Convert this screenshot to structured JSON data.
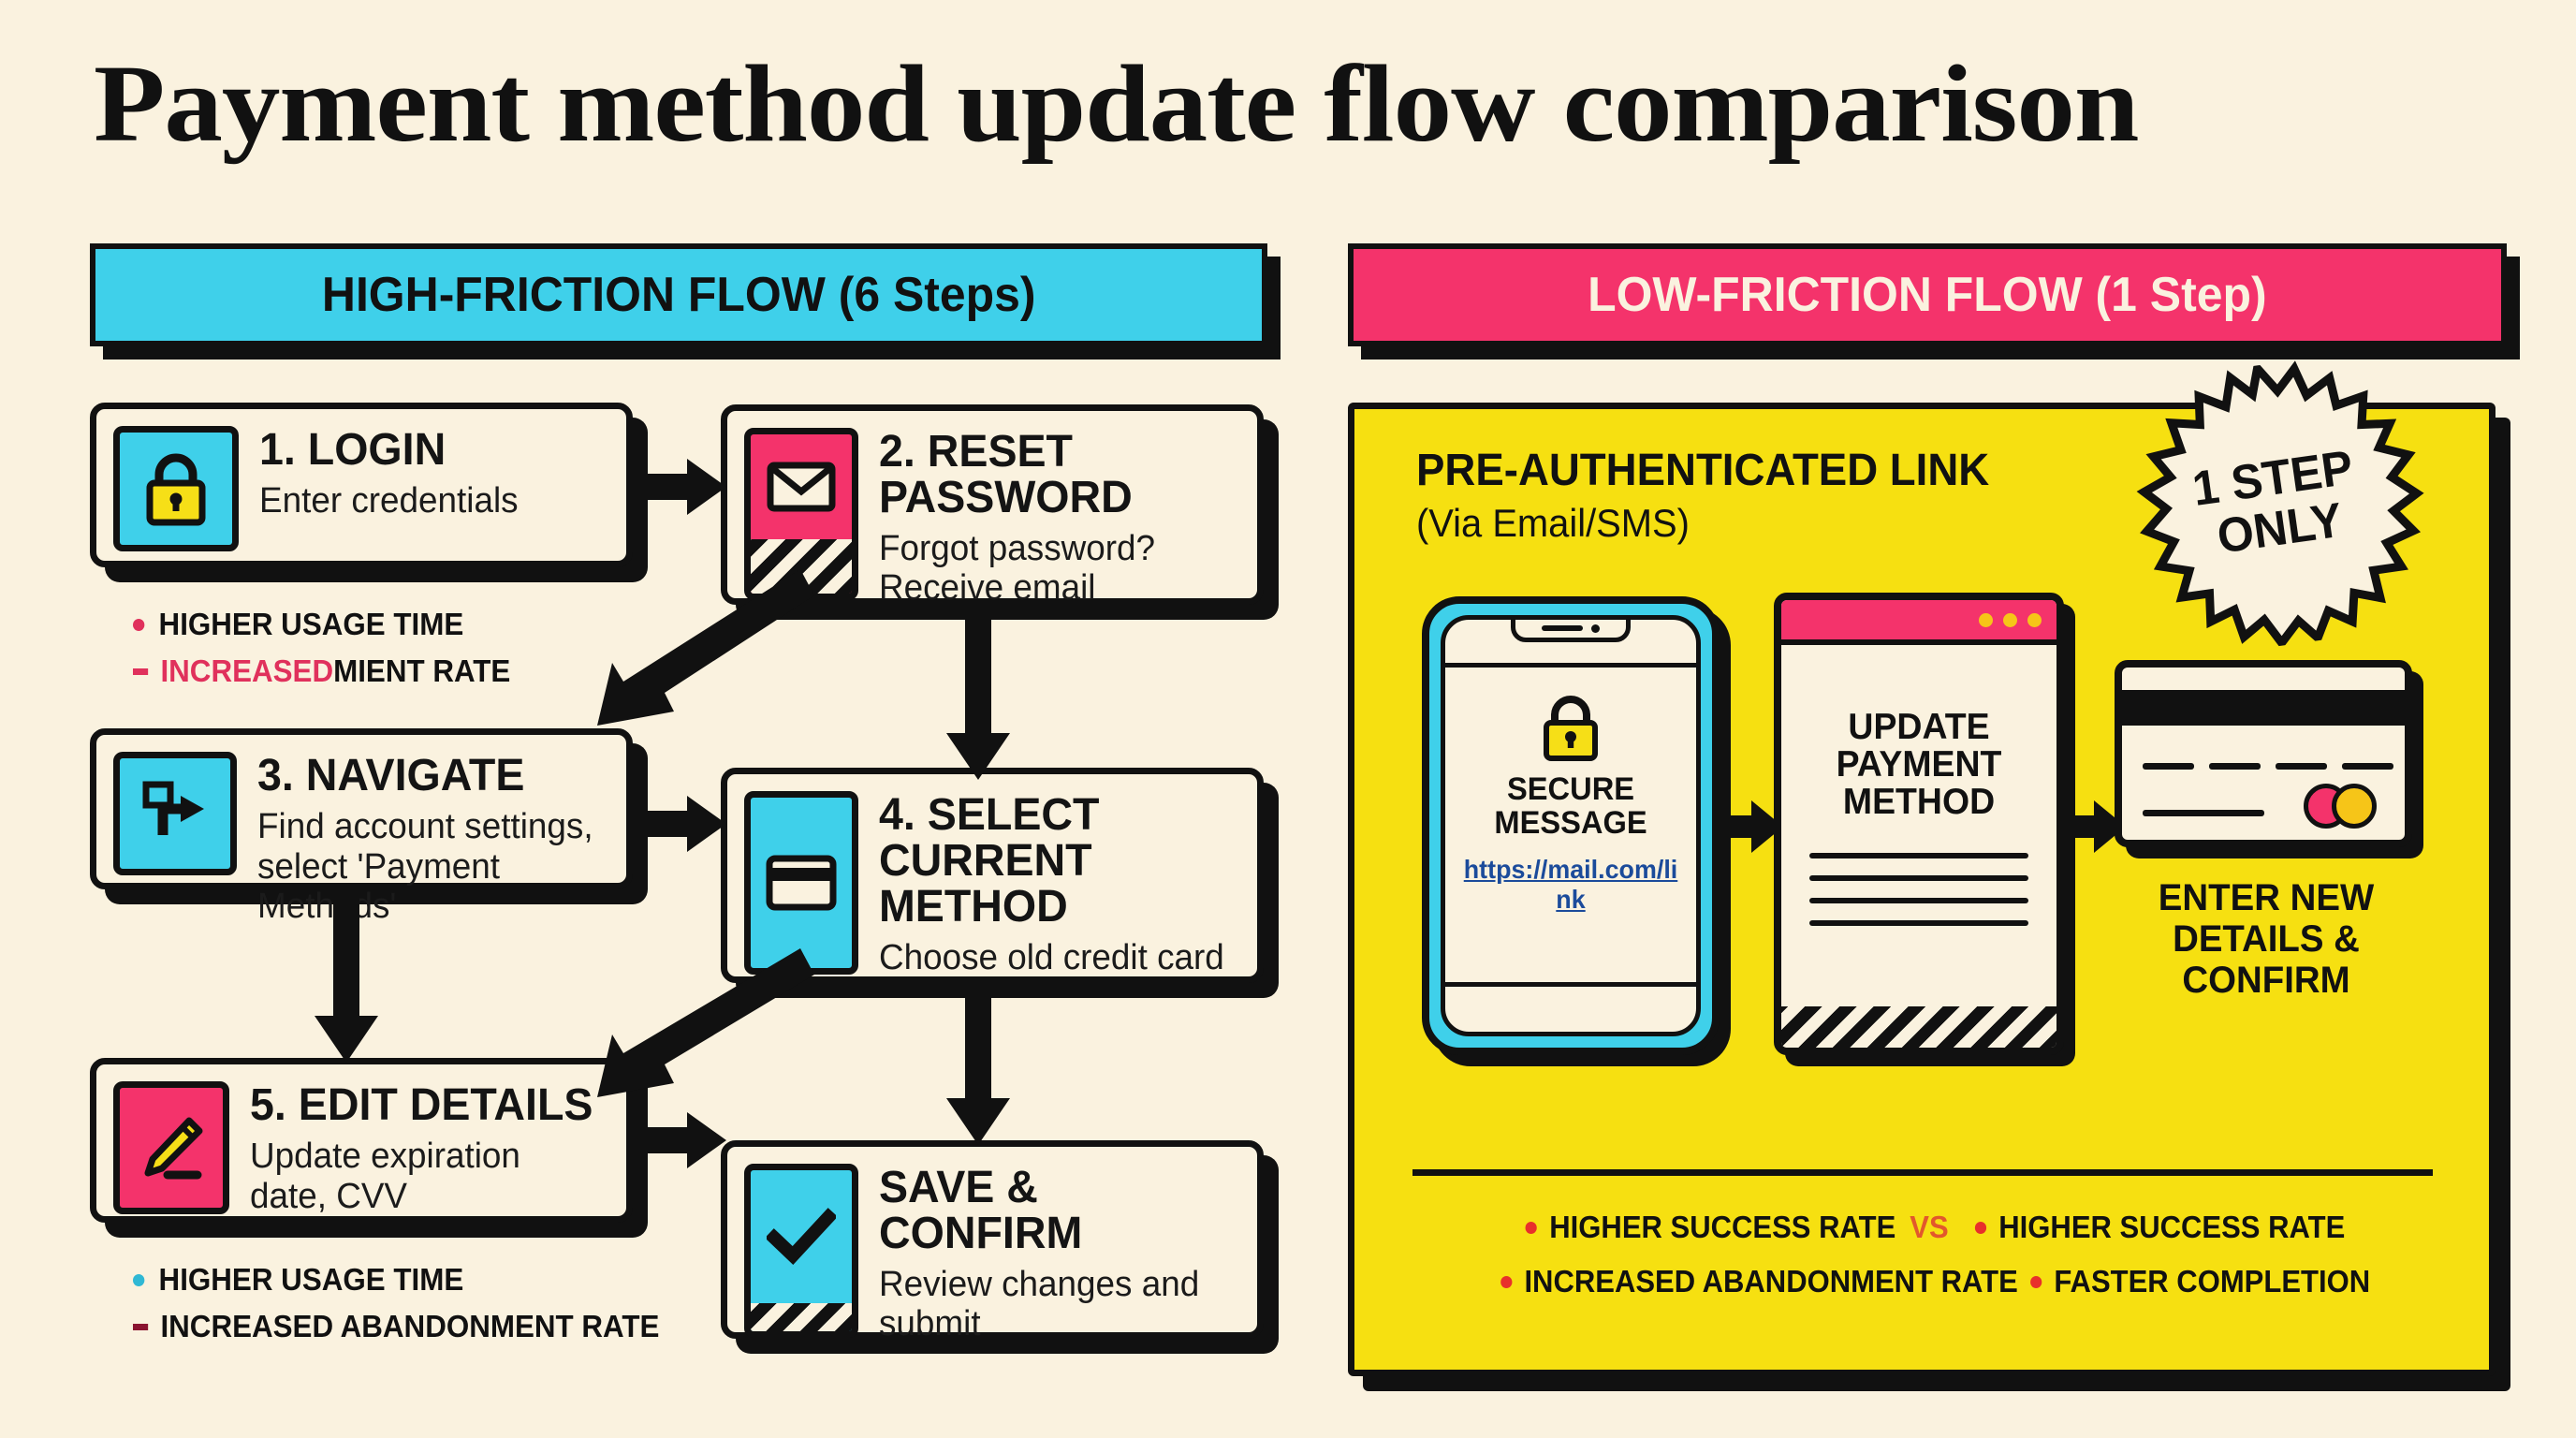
{
  "title": "Payment method update flow comparison",
  "colors": {
    "background": "#FAF2DF",
    "cyan": "#3FD0EA",
    "pink": "#F4336B",
    "yellow": "#F6E011",
    "ink": "#111111",
    "link_blue": "#1B4B9B",
    "accent_red": "#E8302B"
  },
  "left_panel": {
    "header": "HIGH-FRICTION FLOW (6 Steps)",
    "steps": [
      {
        "title": "1. LOGIN",
        "subtitle": "Enter credentials",
        "icon": "lock-icon",
        "tile_color": "#3FD0EA"
      },
      {
        "title_line1": "2. RESET",
        "title_line2": "PASSWORD",
        "subtitle_line1": "Forgot password?",
        "subtitle_line2": "Receive email",
        "icon": "envelope-icon",
        "tile_color": "#F4336B"
      },
      {
        "title": "3. NAVIGATE",
        "subtitle_line1": "Find account settings,",
        "subtitle_line2": "select 'Payment Methods'",
        "icon": "turn-right-arrow-icon",
        "tile_color": "#3FD0EA"
      },
      {
        "title_line1": "4. SELECT",
        "title_line2": "CURRENT",
        "title_line3": "METHOD",
        "subtitle": "Choose old credit card",
        "icon": "credit-card-icon",
        "tile_color": "#3FD0EA"
      },
      {
        "title": "5. EDIT DETAILS",
        "subtitle_line1": "Update expiration",
        "subtitle_line2": "date, CVV",
        "icon": "pencil-icon",
        "tile_color": "#F4336B"
      },
      {
        "title_line1": "SAVE &",
        "title_line2": "CONFIRM",
        "subtitle_line1": "Review changes and",
        "subtitle_line2": "submit",
        "icon": "checkmark-icon",
        "tile_color": "#3FD0EA"
      }
    ],
    "bullets_top": [
      {
        "marker": "dot",
        "marker_color": "#E0315C",
        "text": "HIGHER USAGE TIME"
      },
      {
        "marker": "dash",
        "marker_color": "#E0315C",
        "emphasis": "INCREASED",
        "text": " MIENT RATE"
      }
    ],
    "bullets_bottom": [
      {
        "marker": "dot",
        "marker_color": "#2FB8D4",
        "text": "HIGHER USAGE TIME"
      },
      {
        "marker": "dash",
        "marker_color": "#8A1430",
        "text": "INCREASED ABANDONMENT RATE"
      }
    ]
  },
  "right_panel": {
    "header": "LOW-FRICTION FLOW (1 Step)",
    "pre_auth_title": "PRE-AUTHENTICATED LINK",
    "pre_auth_subtitle": "(Via Email/SMS)",
    "badge_line1": "1 STEP",
    "badge_line2": "ONLY",
    "phone": {
      "label_line1": "SECURE",
      "label_line2": "MESSAGE",
      "link": "https://mail.com/link",
      "icon": "lock-icon"
    },
    "browser": {
      "title_line1": "UPDATE",
      "title_line2": "PAYMENT",
      "title_line3": "METHOD",
      "dots_count": 3
    },
    "card": {
      "caption_line1": "ENTER NEW",
      "caption_line2": "DETAILS &",
      "caption_line3": "CONFIRM",
      "icon": "credit-card-icon"
    },
    "comparison": {
      "row1_left": "HIGHER SUCCESS RATE",
      "vs": "VS",
      "row1_right": "HIGHER SUCCESS RATE",
      "row2_left": "INCREASED ABANDONMENT RATE",
      "row2_right": "FASTER COMPLETION"
    }
  }
}
